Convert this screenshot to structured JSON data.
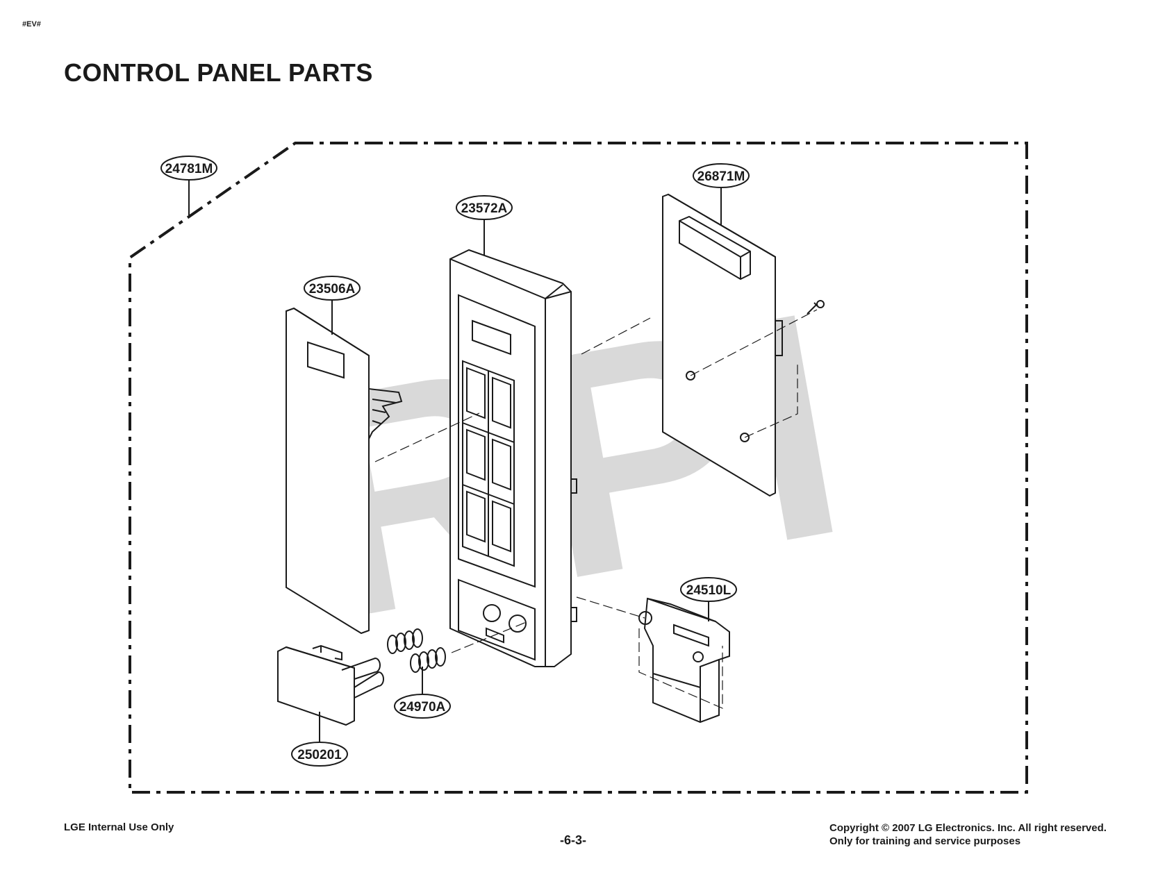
{
  "header": {
    "doc_tag": "#EV#",
    "title": "CONTROL PANEL PARTS"
  },
  "diagram": {
    "watermark": "RPI",
    "parts": [
      {
        "id": "24781M"
      },
      {
        "id": "26871M"
      },
      {
        "id": "23572A"
      },
      {
        "id": "23506A"
      },
      {
        "id": "24510L"
      },
      {
        "id": "24970A"
      },
      {
        "id": "250201"
      }
    ]
  },
  "footer": {
    "left": "LGE Internal Use Only",
    "page_number": "-6-3-",
    "copyright": "Copyright © 2007 LG Electronics. Inc. All right reserved.",
    "notice": "Only for training and service purposes"
  }
}
